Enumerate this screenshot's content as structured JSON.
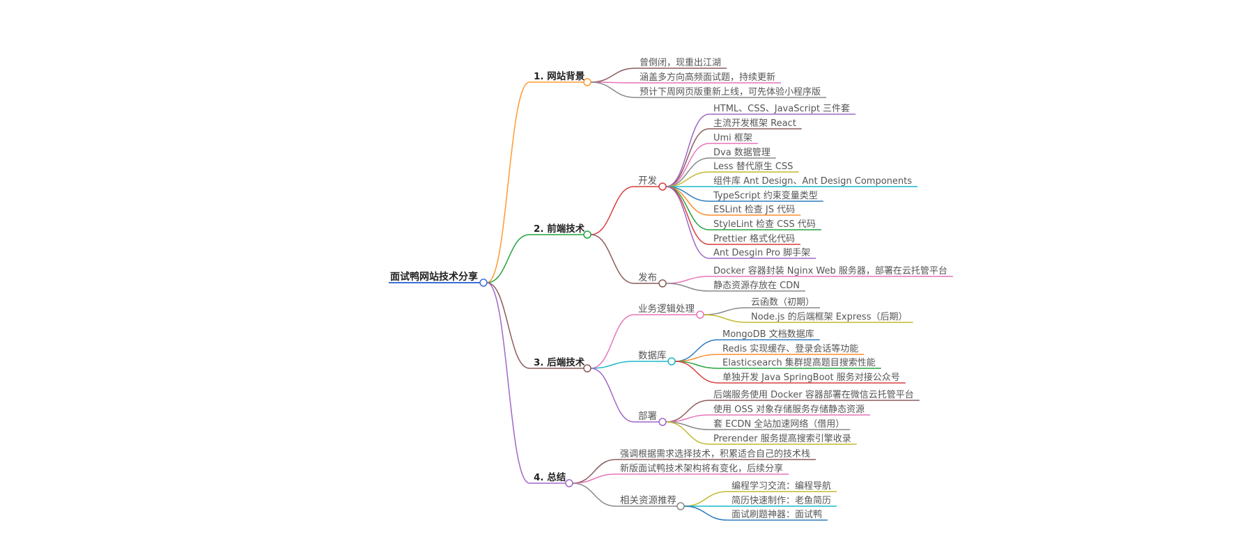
{
  "root": {
    "label": "面试鸭网站技术分享",
    "color": "#3b6fd6"
  },
  "sections": [
    {
      "label": "1. 网站背景",
      "color": "#ff9933",
      "children": [
        {
          "label": "曾倒闭，现重出江湖",
          "color": "#8c5a5a"
        },
        {
          "label": "涵盖多方向高频面试题，持续更新",
          "color": "#e874b8"
        },
        {
          "label": "预计下周网页版重新上线，可先体验小程序版",
          "color": "#888888"
        }
      ]
    },
    {
      "label": "2. 前端技术",
      "color": "#22a33b",
      "subgroups": [
        {
          "label": "开发",
          "color": "#d93b3b",
          "items": [
            {
              "label": "HTML、CSS、JavaScript 三件套",
              "color": "#a066c8"
            },
            {
              "label": "主流开发框架 React",
              "color": "#8c5a5a"
            },
            {
              "label": "Umi 框架",
              "color": "#e874b8"
            },
            {
              "label": "Dva 数据管理",
              "color": "#888888"
            },
            {
              "label": "Less 替代原生 CSS",
              "color": "#c2b82e"
            },
            {
              "label": "组件库 Ant Design、Ant Design Components",
              "color": "#1ab8c8"
            },
            {
              "label": "TypeScript 约束变量类型",
              "color": "#2f7bbf"
            },
            {
              "label": "ESLint 检查 JS 代码",
              "color": "#ff8c2a"
            },
            {
              "label": "StyleLint 检查 CSS 代码",
              "color": "#22a33b"
            },
            {
              "label": "Prettier 格式化代码",
              "color": "#d93b3b"
            },
            {
              "label": "Ant Desgin Pro 脚手架",
              "color": "#a066c8"
            }
          ]
        },
        {
          "label": "发布",
          "color": "#8c5a5a",
          "items": [
            {
              "label": "Docker 容器封装 Nginx Web 服务器，部署在云托管平台",
              "color": "#e874b8"
            },
            {
              "label": "静态资源存放在 CDN",
              "color": "#888888"
            }
          ]
        }
      ]
    },
    {
      "label": "3. 后端技术",
      "color": "#8c5a5a",
      "subgroups": [
        {
          "label": "业务逻辑处理",
          "color": "#e874b8",
          "items": [
            {
              "label": "云函数（初期）",
              "color": "#888888"
            },
            {
              "label": "Node.js 的后端框架 Express（后期）",
              "color": "#c2b82e"
            }
          ]
        },
        {
          "label": "数据库",
          "color": "#1ab8c8",
          "items": [
            {
              "label": "MongoDB 文档数据库",
              "color": "#2f7bbf"
            },
            {
              "label": "Redis 实现缓存、登录会话等功能",
              "color": "#ff8c2a"
            },
            {
              "label": "Elasticsearch 集群提高题目搜索性能",
              "color": "#22a33b"
            },
            {
              "label": "单独开发 Java SpringBoot 服务对接公众号",
              "color": "#d93b3b"
            }
          ]
        },
        {
          "label": "部署",
          "color": "#a066c8",
          "items": [
            {
              "label": "后端服务使用 Docker 容器部署在微信云托管平台",
              "color": "#8c5a5a"
            },
            {
              "label": "使用 OSS 对象存储服务存储静态资源",
              "color": "#e874b8"
            },
            {
              "label": "套 ECDN 全站加速网络（借用）",
              "color": "#888888"
            },
            {
              "label": "Prerender 服务提高搜索引擎收录",
              "color": "#c2b82e"
            }
          ]
        }
      ]
    },
    {
      "label": "4. 总结",
      "color": "#a066c8",
      "children": [
        {
          "label": "强调根据需求选择技术，积累适合自己的技术栈",
          "color": "#8c5a5a"
        },
        {
          "label": "新版面试鸭技术架构将有变化，后续分享",
          "color": "#e874b8"
        }
      ],
      "subgroups": [
        {
          "label": "相关资源推荐",
          "color": "#888888",
          "items": [
            {
              "label": "编程学习交流：编程导航",
              "color": "#c2b82e"
            },
            {
              "label": "简历快速制作：老鱼简历",
              "color": "#1ab8c8"
            },
            {
              "label": "面试刷题神器：面试鸭",
              "color": "#2f7bbf"
            }
          ]
        }
      ]
    }
  ]
}
